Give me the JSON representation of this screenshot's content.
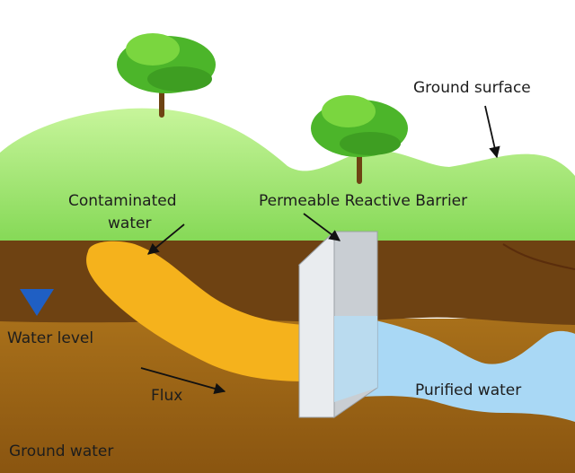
{
  "labels": {
    "ground_surface": "Ground surface",
    "contaminated_line1": "Contaminated",
    "contaminated_line2": "water",
    "barrier": "Permeable Reactive Barrier",
    "water_level": "Water level",
    "flux": "Flux",
    "purified_water": "Purified water",
    "ground_water": "Ground water"
  },
  "colors": {
    "sky": "#ffffff",
    "hill_light": "#b9f08a",
    "hill_dark": "#7fd04e",
    "topsoil": "#6b3f10",
    "subsoil": "#9a6414",
    "contaminated_plume": "#f5b21c",
    "purified_water": "#a9d8f5",
    "barrier_front": "#eef0f2",
    "barrier_side": "#c9ced3",
    "water_level_marker": "#1f5fc4",
    "tree_canopy": "#4cb52a",
    "tree_trunk": "#6e4313"
  },
  "icons": {
    "water_level_marker": "water-level-triangle-icon",
    "trees": "tree-icon"
  }
}
